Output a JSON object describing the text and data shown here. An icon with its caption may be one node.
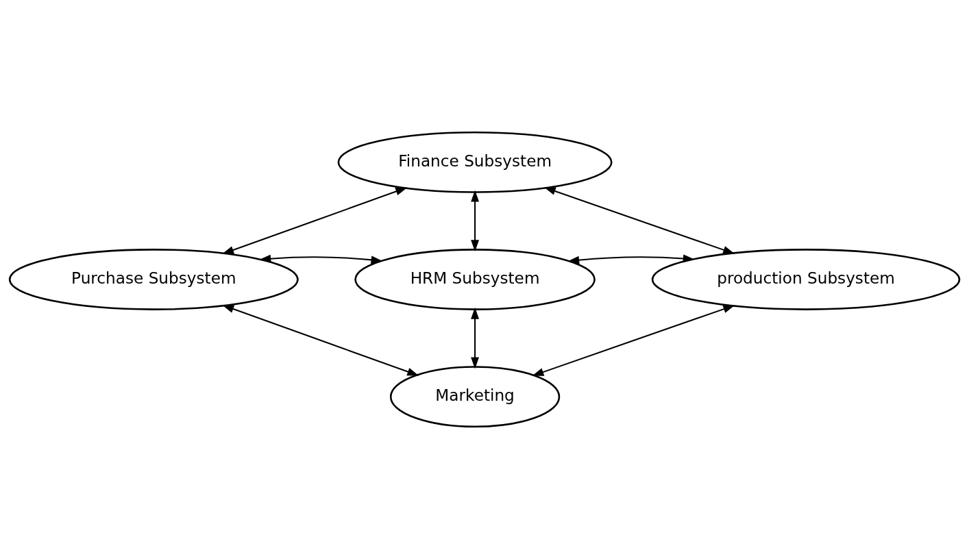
{
  "diagram": {
    "nodes": [
      {
        "text": [
          "Finance Subsystem"
        ]
      },
      {
        "text": [
          "Purchase Subsystem"
        ]
      },
      {
        "text": [
          "HRM Subsystem"
        ]
      },
      {
        "text": [
          "production Subsystem"
        ]
      },
      {
        "text": [
          "Marketing"
        ]
      }
    ],
    "edges": [
      {
        "from": 1,
        "to": 0,
        "arrow": "both"
      },
      {
        "from": 0,
        "to": 3,
        "arrow": "both"
      },
      {
        "from": 0,
        "to": 2,
        "arrow": "both"
      },
      {
        "from": 1,
        "to": 2,
        "arrow": "both"
      },
      {
        "from": 2,
        "to": 3,
        "arrow": "both"
      },
      {
        "from": 2,
        "to": 4,
        "arrow": "both"
      },
      {
        "from": 1,
        "to": 4,
        "arrow": "both"
      },
      {
        "from": 3,
        "to": 4,
        "arrow": "both"
      }
    ]
  }
}
